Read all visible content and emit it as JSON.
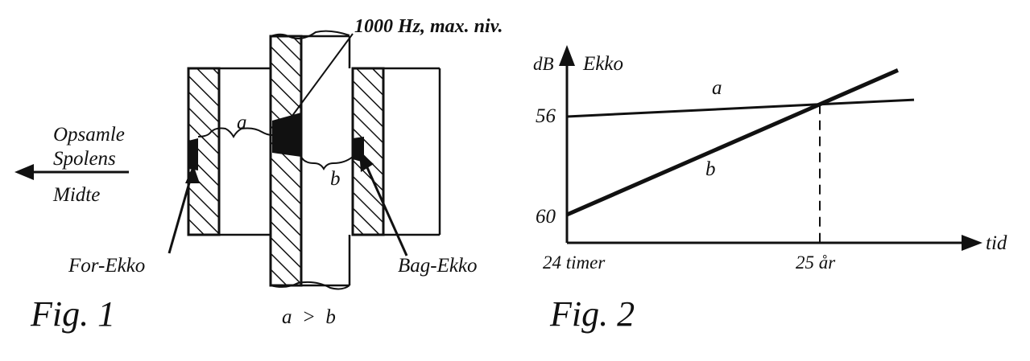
{
  "fig1": {
    "label_top": "1000 Hz, max. niv.",
    "direction_line1": "Opsamle",
    "direction_line2": "Spolens",
    "direction_line3": "Midte",
    "for_ekko": "For-Ekko",
    "bag_ekko": "Bag-Ekko",
    "dist_a": "a",
    "dist_b": "b",
    "relation": "a  >  b",
    "caption": "Fig. 1"
  },
  "fig2": {
    "caption": "Fig. 2",
    "chart_data": {
      "type": "line",
      "ylabel_unit": "dB",
      "ylabel": "Ekko",
      "xlabel": "tid",
      "x_ticks": [
        "24 timer",
        "25 år"
      ],
      "y_ticks": [
        "56",
        "60"
      ],
      "series": [
        {
          "name": "a",
          "x": [
            "24 timer",
            "25 år"
          ],
          "y": [
            56,
            55.5
          ]
        },
        {
          "name": "b",
          "x": [
            "24 timer",
            "25 år"
          ],
          "y": [
            60,
            55.5
          ]
        }
      ],
      "marker": {
        "x": "25 år",
        "style": "dashed"
      }
    }
  }
}
